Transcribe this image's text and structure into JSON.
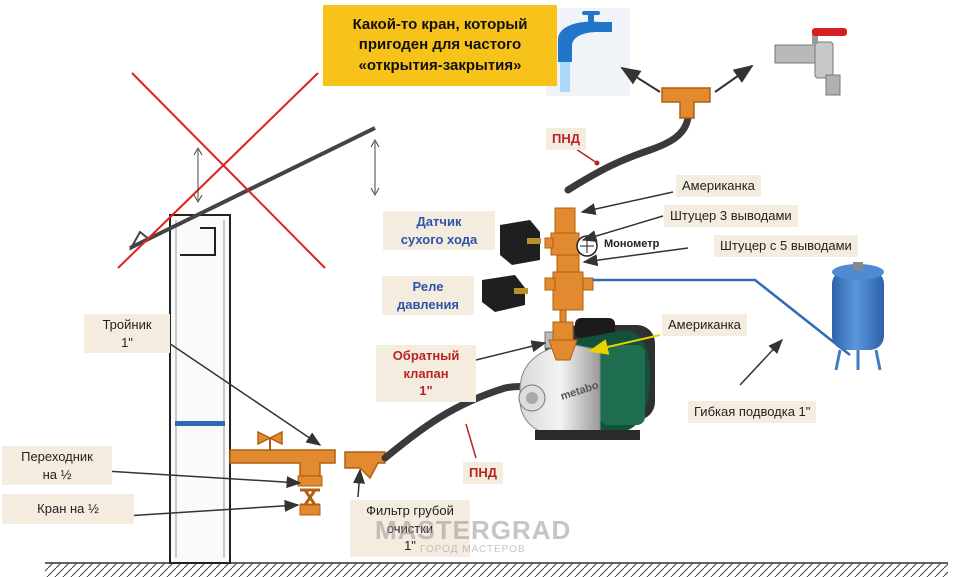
{
  "callout": "Какой-то кран, который пригоден для частого «открытия-закрытия»",
  "labels": {
    "pnd_top": "ПНД",
    "pnd_bottom": "ПНД",
    "amerikanka_top": "Американка",
    "amerikanka_mid": "Американка",
    "shtutser3": "Штуцер 3 выводами",
    "shtutser5": "Штуцер с 5 выводами",
    "manometer": "Монометр",
    "dry_sensor_1": "Датчик",
    "dry_sensor_2": "сухого хода",
    "relay_1": "Реле",
    "relay_2": "давления",
    "check_valve_1": "Обратный",
    "check_valve_2": "клапан",
    "check_valve_3": "1\"",
    "tee_1": "Тройник",
    "tee_2": "1\"",
    "adapter_1": "Переходник",
    "adapter_2": "на ½",
    "tap": "Кран на ½",
    "filter_1": "Фильтр грубой",
    "filter_2": "очистки",
    "filter_3": "1\"",
    "hose": "Гибкая подводка 1\"",
    "pump_brand": "metabo"
  },
  "watermark": {
    "main": "MASTERGRAD",
    "sub": "ГОРОД МАСТЕРОВ"
  },
  "colors": {
    "callout_bg": "#f7c21a",
    "label_bg": "#f5ece0",
    "fitting": "#e28a2f",
    "pipe_blue": "#2e6db4",
    "hose_dark": "#3a3a3a",
    "cross_red": "#e02020",
    "tank_blue": "#3d7cc9"
  }
}
